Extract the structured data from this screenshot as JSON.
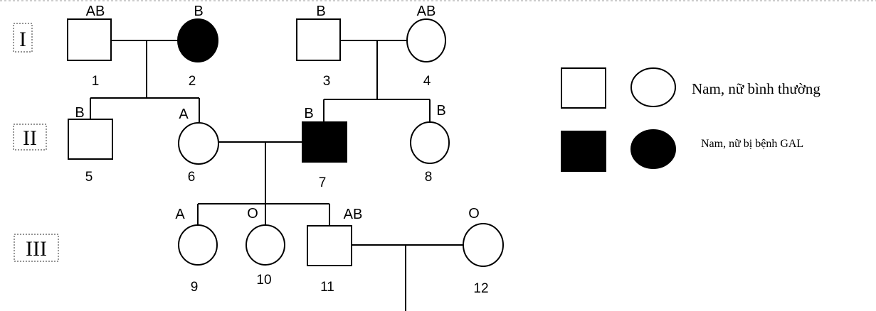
{
  "colors": {
    "affected": "#000000",
    "normal": "#ffffff",
    "line": "#000000"
  },
  "generations": [
    {
      "id": "g1",
      "label": "I"
    },
    {
      "id": "g2",
      "label": "II"
    },
    {
      "id": "g3",
      "label": "III"
    }
  ],
  "individuals": [
    {
      "id": "p1",
      "number": "1",
      "blood": "AB",
      "sex": "male",
      "affected": false
    },
    {
      "id": "p2",
      "number": "2",
      "blood": "B",
      "sex": "female",
      "affected": true
    },
    {
      "id": "p3",
      "number": "3",
      "blood": "B",
      "sex": "male",
      "affected": false
    },
    {
      "id": "p4",
      "number": "4",
      "blood": "AB",
      "sex": "female",
      "affected": false
    },
    {
      "id": "p5",
      "number": "5",
      "blood": "B",
      "sex": "male",
      "affected": false
    },
    {
      "id": "p6",
      "number": "6",
      "blood": "A",
      "sex": "female",
      "affected": false
    },
    {
      "id": "p7",
      "number": "7",
      "blood": "B",
      "sex": "male",
      "affected": true
    },
    {
      "id": "p8",
      "number": "8",
      "blood": "B",
      "sex": "female",
      "affected": false
    },
    {
      "id": "p9",
      "number": "9",
      "blood": "A",
      "sex": "female",
      "affected": false
    },
    {
      "id": "p10",
      "number": "10",
      "blood": "O",
      "sex": "female",
      "affected": false
    },
    {
      "id": "p11",
      "number": "11",
      "blood": "AB",
      "sex": "male",
      "affected": false
    },
    {
      "id": "p12",
      "number": "12",
      "blood": "O",
      "sex": "female",
      "affected": false
    }
  ],
  "legend": {
    "normal_label": "Nam, nữ bình thường",
    "affected_label": "Nam, nữ bị bệnh GAL"
  }
}
